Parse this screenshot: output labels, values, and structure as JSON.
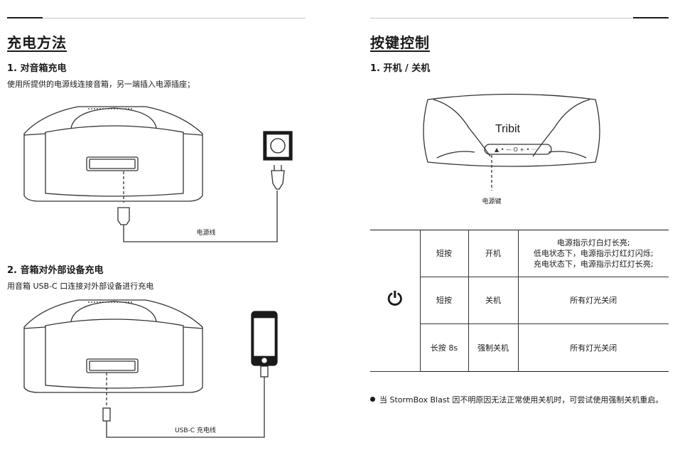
{
  "left": {
    "title": "充电方法",
    "section1": {
      "heading": "1. 对音箱充电",
      "description": "使用所提供的电源线连接音箱，另一端插入电源插座；",
      "cable_label": "电源线"
    },
    "section2": {
      "heading": "2. 音箱对外部设备充电",
      "description": "用音箱 USB-C 口连接对外部设备进行充电",
      "cable_label": "USB-C 充电线"
    }
  },
  "right": {
    "title": "按键控制",
    "section1": {
      "heading": "1. 开机 / 关机",
      "brand": "Tribit",
      "button_label": "电源键"
    },
    "table": {
      "icon": "power-icon",
      "rows": [
        {
          "action": "短按",
          "function": "开机",
          "result_lines": [
            "电源指示灯白灯长亮;",
            "低电状态下，电源指示灯红灯闪烁;",
            "充电状态下，电源指示灯红灯长亮;"
          ]
        },
        {
          "action": "短按",
          "function": "关机",
          "result_lines": [
            "所有灯光关闭"
          ]
        },
        {
          "action": "长按 8s",
          "function": "强制关机",
          "result_lines": [
            "所有灯光关闭"
          ]
        }
      ]
    },
    "note": "当 StormBox Blast 因不明原因无法正常使用关机时，可尝试使用强制关机重启。"
  }
}
